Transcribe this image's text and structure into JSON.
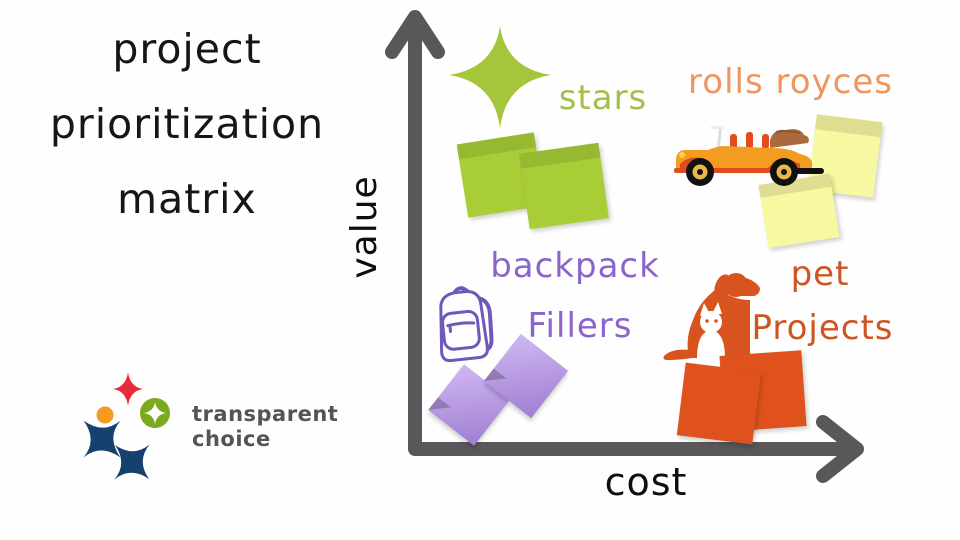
{
  "title": {
    "lines": [
      "project",
      "prioritization",
      "matrix"
    ],
    "color": "#161616"
  },
  "axes": {
    "color": "#58585a",
    "y_label": "value",
    "x_label": "cost",
    "label_color": "#0e0e0e"
  },
  "quadrants": {
    "stars": {
      "label": "stars",
      "position": "top-left: high value, low cost",
      "text_color": "#a2c04a",
      "sparkle_color": "#a5c53b",
      "note_color": "#a9cd37"
    },
    "rolls_royces": {
      "label": "rolls royces",
      "position": "top-right: high value, high cost",
      "text_color": "#f0955f",
      "note_color": "#f8f7a2",
      "car_body_color": "#f49b22",
      "car_accent_color": "#e04c1c",
      "wheel_hub_color": "#e8b84b",
      "cargo_color": "#a86a3e"
    },
    "backpack_fillers": {
      "label_line1": "backpack",
      "label_line2": "Fillers",
      "position": "bottom-left: low value, low cost",
      "text_color": "#8a63cc",
      "icon_stroke_color": "#6f58b8",
      "note_color": "#b28cea"
    },
    "pet_projects": {
      "label_line1": "pet",
      "label_line2": "Projects",
      "position": "bottom-right: low value, high cost",
      "text_color": "#cd5520",
      "icon_color": "#d8541f",
      "note_color": "#e0521d"
    }
  },
  "logo": {
    "text_line1": "transparent",
    "text_line2": "choice",
    "text_color": "#545456",
    "mark_colors": {
      "navy": "#16406e",
      "red": "#e92a3b",
      "orange": "#f49a1c",
      "green": "#7aaa1e"
    }
  }
}
